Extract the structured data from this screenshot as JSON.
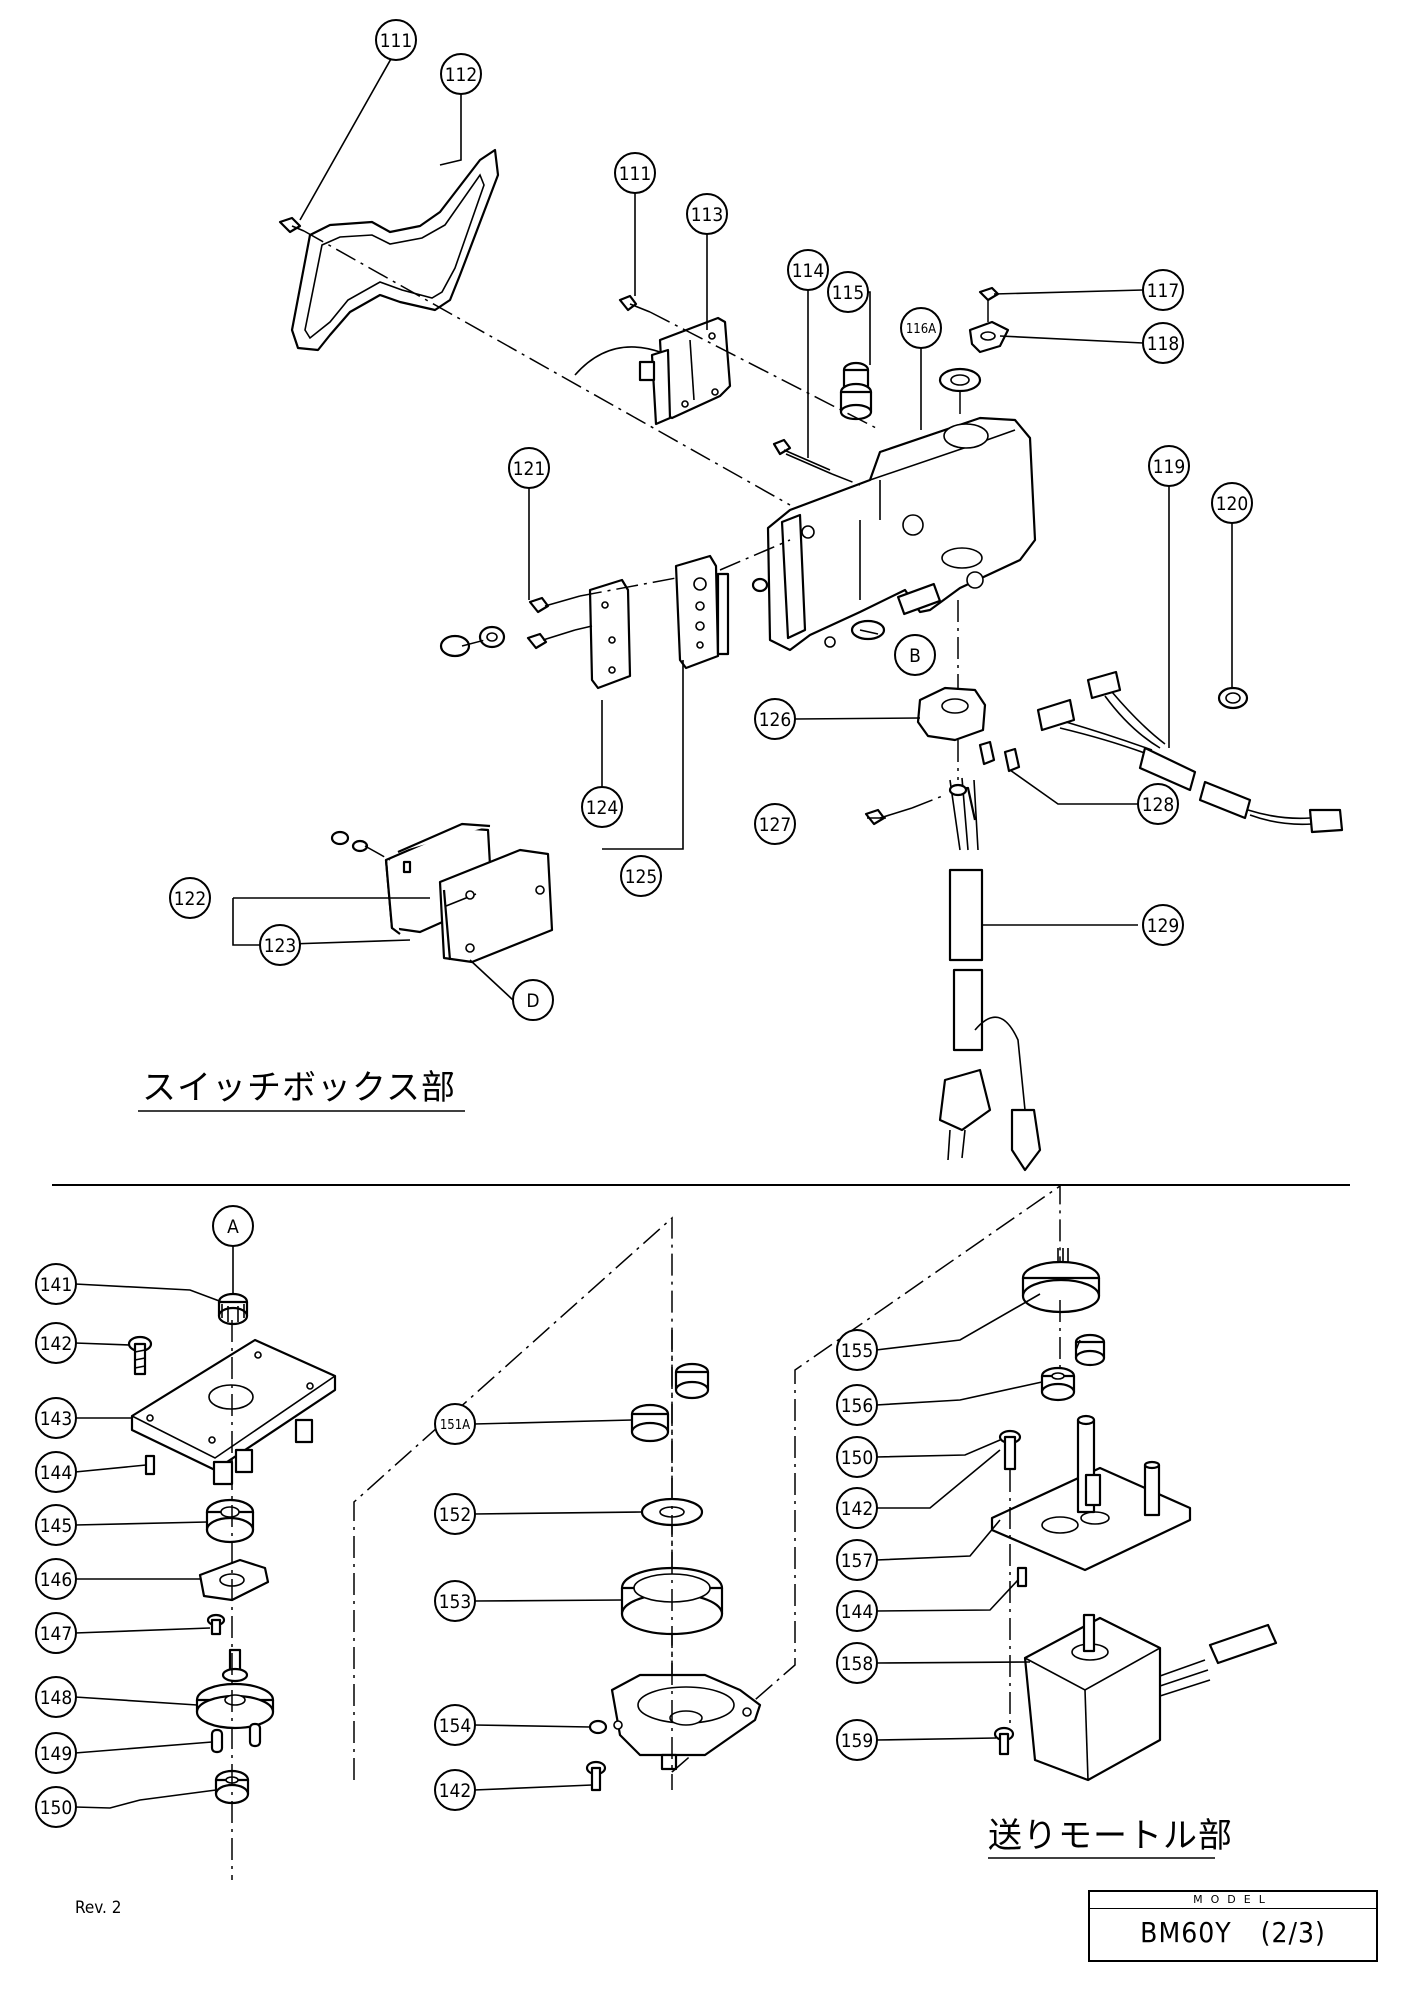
{
  "sections": {
    "switch_box_title": "スイッチボックス部",
    "feed_motor_title": "送りモートル部"
  },
  "revision": "Rev. 2",
  "model_box": {
    "header": "MODEL",
    "value": "BM60Y　(2/3)"
  },
  "callouts": {
    "c111a": "111",
    "c112": "112",
    "c111b": "111",
    "c113": "113",
    "c114": "114",
    "c115": "115",
    "c116a": "116A",
    "c117": "117",
    "c118": "118",
    "c119": "119",
    "c120": "120",
    "c121": "121",
    "c122": "122",
    "c123": "123",
    "c124": "124",
    "c125": "125",
    "c126": "126",
    "c127": "127",
    "c128": "128",
    "c129": "129",
    "refB": "B",
    "refD": "D",
    "refA": "A",
    "c141": "141",
    "c142a": "142",
    "c143": "143",
    "c144a": "144",
    "c145": "145",
    "c146": "146",
    "c147": "147",
    "c148": "148",
    "c149": "149",
    "c150a": "150",
    "c151a": "151A",
    "c152": "152",
    "c153": "153",
    "c154": "154",
    "c142b": "142",
    "c155": "155",
    "c156": "156",
    "c150b": "150",
    "c142c": "142",
    "c157": "157",
    "c144b": "144",
    "c158": "158",
    "c159": "159"
  }
}
